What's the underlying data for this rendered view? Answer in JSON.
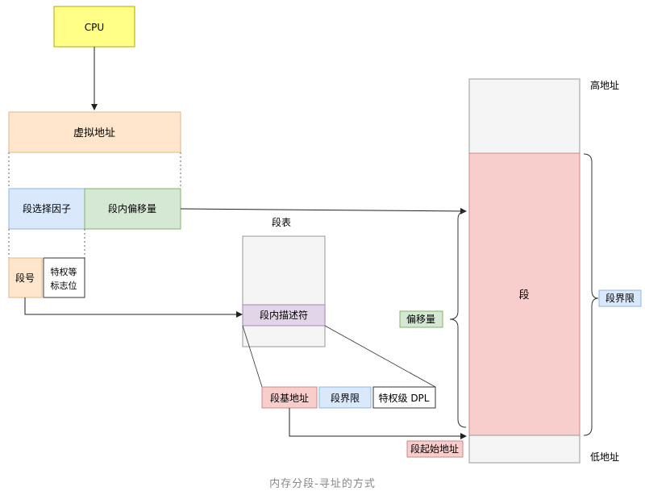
{
  "cpu": {
    "label": "CPU"
  },
  "virtual_address": {
    "label": "虚拟地址"
  },
  "segment_selector": {
    "label": "段选择因子"
  },
  "intra_segment_offset": {
    "label": "段内偏移量"
  },
  "segment_number": {
    "label": "段号"
  },
  "privilege_flags": {
    "line1": "特权等",
    "line2": "标志位"
  },
  "segment_table": {
    "title": "段表",
    "descriptor_row": "段内描述符",
    "fields": {
      "base": "段基地址",
      "limit": "段界限",
      "dpl": "特权级 DPL"
    }
  },
  "memory": {
    "high_address": "高地址",
    "low_address": "低地址",
    "segment": "段",
    "segment_limit_tag": "段界限",
    "offset_tag": "偏移量",
    "start_address_tag": "段起始地址"
  },
  "caption": "内存分段-寻址的方式",
  "colors": {
    "cpu_fill": "#ffff88",
    "cpu_stroke": "#b5a800",
    "orange_fill": "#ffe6cc",
    "orange_stroke": "#e0b585",
    "blue_fill": "#dae8fc",
    "blue_stroke": "#8fb4e0",
    "green_fill": "#d5e8d4",
    "green_stroke": "#82b366",
    "purple_fill": "#e1d5e7",
    "red_fill": "#f8cecc",
    "red_stroke": "#c98a88",
    "gray_fill": "#f5f5f5",
    "gray_stroke": "#999999"
  }
}
